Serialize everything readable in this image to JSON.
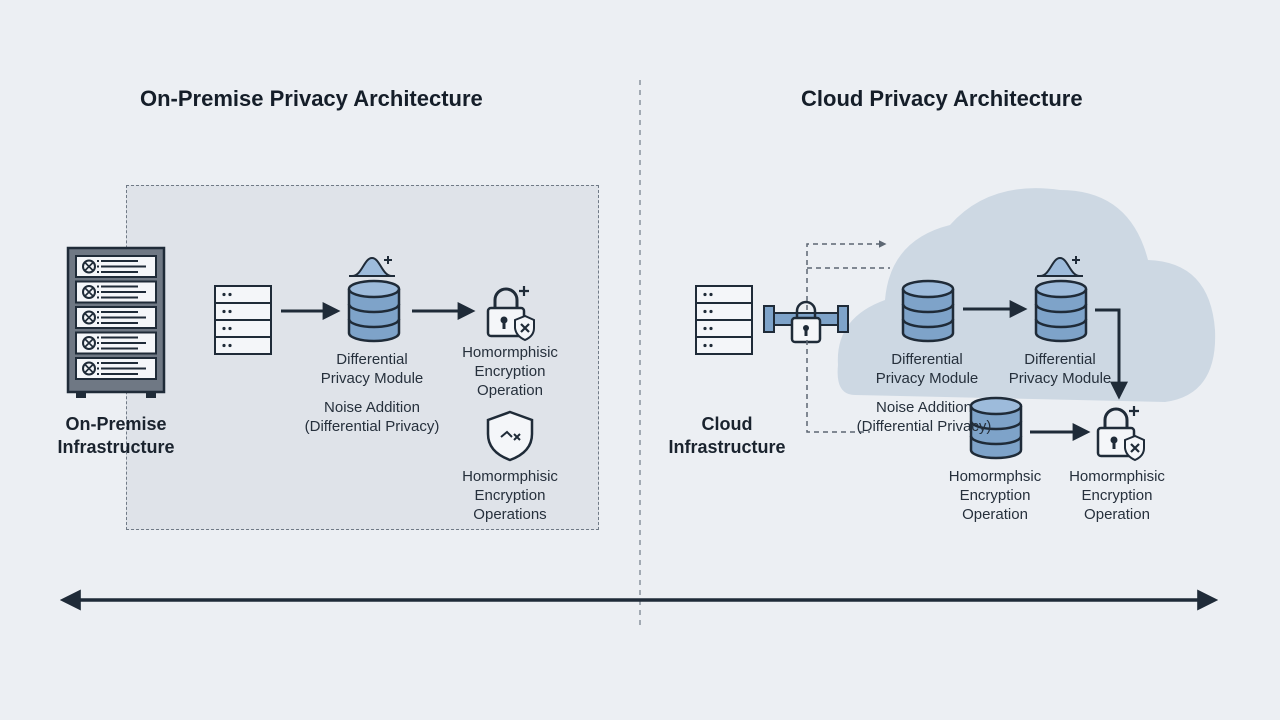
{
  "on_premise": {
    "title": "On-Premise Privacy Architecture",
    "infrastructure_label": [
      "On-Premise",
      "Infrastructure"
    ],
    "differential_module_label": [
      "Differential",
      "Privacy Module"
    ],
    "noise_label": [
      "Noise Addition",
      "(Differential Privacy)"
    ],
    "he_operation_label": [
      "Homormphisic",
      "Encryption",
      "Operation"
    ],
    "he_operations_label": [
      "Homormphisic",
      "Encryption",
      "Operations"
    ]
  },
  "cloud": {
    "title": "Cloud Privacy Architecture",
    "infrastructure_label": [
      "Cloud",
      "Infrastructure"
    ],
    "differential_module_1_label": [
      "Differential",
      "Privacy Module"
    ],
    "differential_module_2_label": [
      "Differential",
      "Privacy Module"
    ],
    "noise_label": [
      "Noise Addition",
      "(Differential Privacy)"
    ],
    "he_operation_db_label": [
      "Homormphsic",
      "Encryption",
      "Operation"
    ],
    "he_operation_lock_label": [
      "Homormphisic",
      "Encryption",
      "Operation"
    ]
  },
  "colors": {
    "background": "#eceff3",
    "region_fill": "#dfe3e9",
    "cloud_fill": "#cdd8e3",
    "db_fill": "#7ea3c9",
    "stroke": "#1f2b38"
  },
  "icons": [
    "server-rack-icon",
    "server-icon",
    "database-icon",
    "bell-curve-icon",
    "lock-icon",
    "shield-icon",
    "pipe-lock-icon",
    "cloud-icon"
  ]
}
